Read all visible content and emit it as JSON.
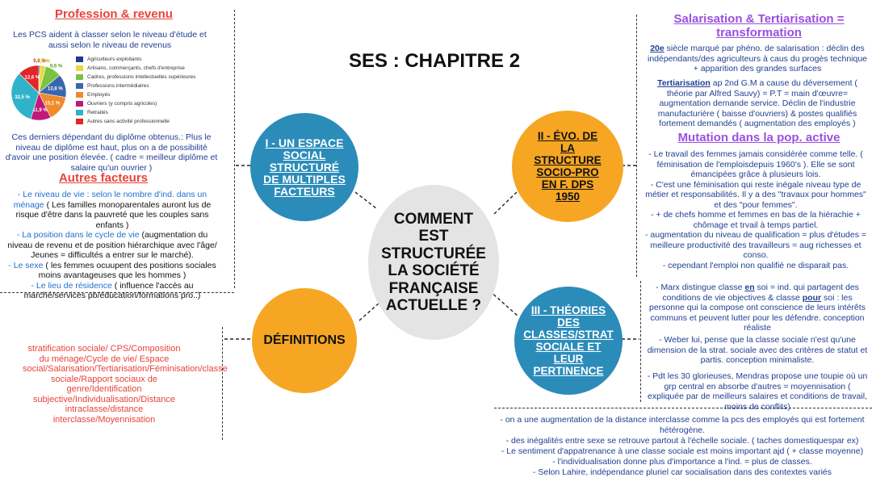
{
  "title": "SES : CHAPITRE 2",
  "center": {
    "lines": [
      "COMMENT",
      "EST",
      "STRUCTURÉE",
      "LA SOCIÉTÉ",
      "FRANÇAISE",
      "ACTUELLE ?"
    ]
  },
  "bubbles": {
    "b1": {
      "lines": [
        "I - UN ESPACE",
        "SOCIAL",
        "STRUCTURÉ",
        "DE MULTIPLES",
        "FACTEURS"
      ]
    },
    "b2": {
      "lines": [
        "II -   ÉVO. DE",
        "LA",
        "STRUCTURE",
        "SOCIO-PRO",
        "EN F. DPS",
        "1950"
      ]
    },
    "b3": {
      "lines": [
        "III -  THÉORIES",
        "DES",
        "CLASSES/STRAT",
        "SOCIALE ET",
        "LEUR",
        "PERTINENCE"
      ]
    },
    "def": "DÉFINITIONS"
  },
  "left": {
    "profession_title": "Profession & revenu",
    "pcs_text": "Les PCS aident à classer selon le niveau d'étude et aussi selon le niveau de revenus",
    "pie": {
      "slices": [
        {
          "label": "Agriculteurs exploitants",
          "value": 0.8,
          "display": "0,8 %",
          "color": "#1f3a8a"
        },
        {
          "label": "Artisans, commerçants, chefs d'entreprise",
          "value": 3.4,
          "display": "3,4 %",
          "color": "#e8d840"
        },
        {
          "label": "Cadres, professions intellectuelles supérieures",
          "value": 9.6,
          "display": "9,6 %",
          "color": "#7cc242"
        },
        {
          "label": "Professions intermédiaires",
          "value": 13.8,
          "display": "13,8 %",
          "color": "#3a66b0"
        },
        {
          "label": "Employés",
          "value": 15.1,
          "display": "15,1 %",
          "color": "#f08a2a"
        },
        {
          "label": "Ouvriers (y compris agricoles)",
          "value": 11.9,
          "display": "11,9 %",
          "color": "#c2187a"
        },
        {
          "label": "Retraités",
          "value": 32.5,
          "display": "32,5 %",
          "color": "#2fb3c8"
        },
        {
          "label": "Autres sans activité professionnelle",
          "value": 12.6,
          "display": "12,6 %",
          "color": "#e02626"
        }
      ]
    },
    "diploma_text": "Ces derniers dépendant du diplôme obtenus.: Plus le niveau de diplôme est haut, plus on a de possibilité d'avoir une position élevée. ( cadre = meilleur diplôme et salaire qu'un ouvrier )",
    "autres_title": "Autres facteurs",
    "autres": {
      "a1_lead": "- Le niveau de vie : selon le nombre d'ind. dans un ménage",
      "a1_rest": " ( Les familles monoparentales auront lus de risque d'être dans la pauvreté que les couples sans enfants )",
      "a2_lead": "- La position dans le cycle de vie",
      "a2_rest": " (augmentation du niveau de revenu et de position hiérarchique avec l'âge/ Jeunes = difficultés a entrer sur le marché).",
      "a3_lead": "- Le sexe",
      "a3_rest": " ( les femmes ocuupent des positions sociales moins avantageuses que les hommes )",
      "a4_lead": "- Le lieu de résidence",
      "a4_rest": " ( influence l'accès au marché/services pb/éducation/formations pro..)"
    },
    "definitions_list": "stratification sociale/ CPS/Composition du ménage/Cycle de vie/ Espace social/Salarisation/Tertiarisation/Féminisation/classe sociale/Rapport sociaux de genre/Identification subjective/Individualisation/Distance intraclasse/distance interclasse/Moyennisation"
  },
  "right": {
    "sal_title_1": "Salarisation & Tertiarisation =",
    "sal_title_2": "transformation",
    "s1_em": "20e",
    "s1_rest": " siècle marqué par phéno. de salarisation : déclin des indépendants/des agriculteurs à caus du progès technique + apparition des grandes surfaces",
    "s2_em": "Tertiarisation",
    "s2_rest": " ap 2nd G.M a cause du déversement ( théorie par Alfred Sauvy) = P.T = main d'œuvre= augmentation demande service. Déclin de l'industrie manufacturière ( baisse d'ouvriers) & postes qualifiés fortement demandés ( augmentation des employés )",
    "mutation_title": "Mutation dans la pop. active",
    "mutation_text": [
      "- Le travail des femmes jamais considérée comme telle. ( féminisation de l'emploisdepuis 1960's ). Elle se sont émancipées grâce à plusieurs lois.",
      "- C'est une féminisation qui reste inégale niveau type de métier et responsabilités. Il y a des \"travaux pour hommes\" et des \"pour femmes\".",
      "- + de chefs homme et femmes en bas de la hiérachie + chômage et trvail à temps partiel.",
      "- augmentation du niveau de qualification = plus d'études = meilleure productivité des travailleurs = aug richesses et conso.",
      "- cependant l'emploi non qualifié ne disparait pas."
    ],
    "marx_1": "- Marx distingue classe ",
    "marx_en": "en",
    "marx_2": " soi = ind. qui partagent des conditions de vie objectives & classe ",
    "marx_pour": "pour",
    "marx_3": " soi : les personne qui la compose ont conscience de leurs intérêts communs et peuvent lutter pour les défendre.  conception réaliste",
    "weber": "- Weber lui, pense que la classe sociale n'est qu'une dimension de la strat. sociale avec des critères de statut et partis. conception minimaliste.",
    "mendras": "- Pdt les 30 glorieuses, Mendras propose une toupie où un grp central en absorbe d'autres = moyennisation ( expliquée par de meilleurs salaires et conditions de travail, moins de conflits)"
  },
  "bottom": {
    "lines": [
      "- on a une augmentation de la distance interclasse comme la pcs des employés qui est fortement hétérogène.",
      "- des inégalités entre sexe se retrouve partout à l'échelle sociale. ( taches domestiquespar ex)",
      "- Le sentiment d'appatrenance à une classe sociale est moins important ajd ( + classe moyenne)",
      "- l'individualisation donne plus d'importance a l'ind. = plus de classes.",
      "- Selon Lahire, indépendance pluriel car socialisation dans des contextes variés"
    ]
  }
}
